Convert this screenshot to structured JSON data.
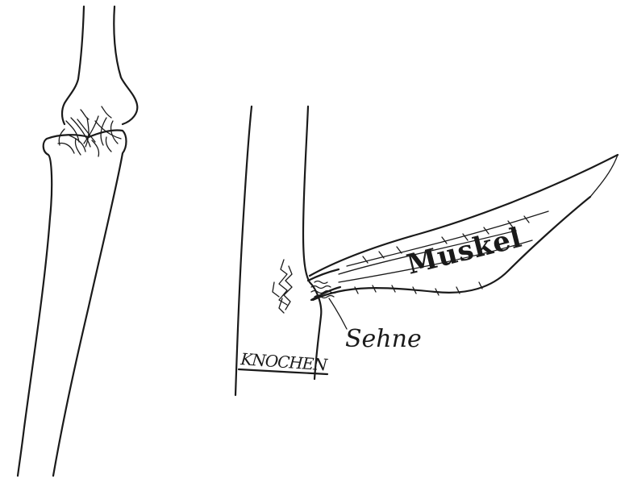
{
  "labels": {
    "muskel": "Muskel",
    "sehne": "Sehne",
    "knochen": "KNOCHEN"
  }
}
